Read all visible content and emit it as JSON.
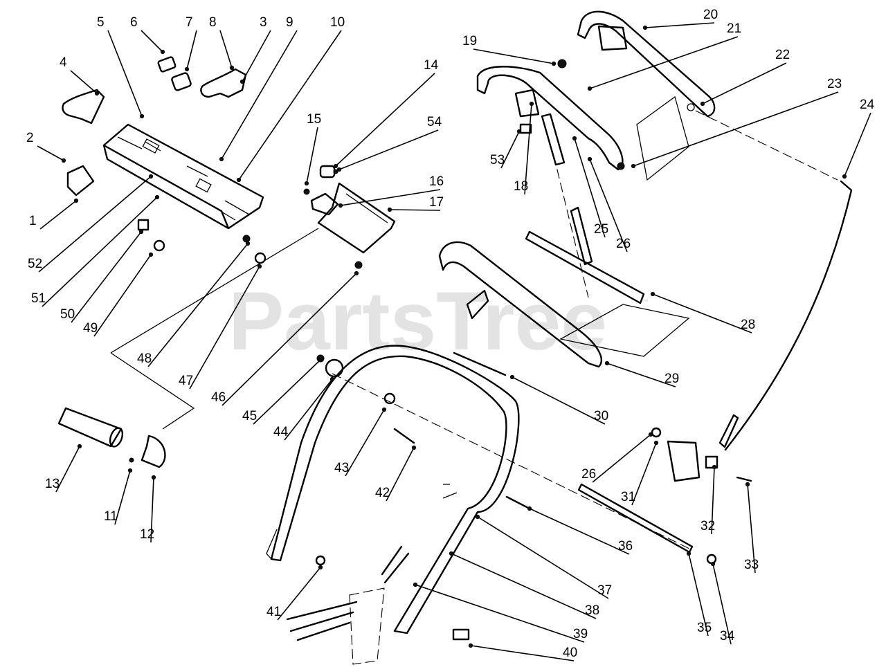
{
  "watermark": {
    "text": "PartsTree",
    "mark": "™"
  },
  "callouts": [
    "1",
    "2",
    "3",
    "4",
    "5",
    "6",
    "7",
    "8",
    "9",
    "10",
    "11",
    "12",
    "13",
    "14",
    "15",
    "16",
    "17",
    "18",
    "19",
    "20",
    "21",
    "22",
    "23",
    "24",
    "25",
    "26",
    "26",
    "28",
    "29",
    "30",
    "31",
    "32",
    "33",
    "34",
    "35",
    "36",
    "37",
    "38",
    "39",
    "40",
    "41",
    "42",
    "43",
    "44",
    "45",
    "46",
    "47",
    "48",
    "49",
    "50",
    "51",
    "52",
    "53",
    "54"
  ]
}
